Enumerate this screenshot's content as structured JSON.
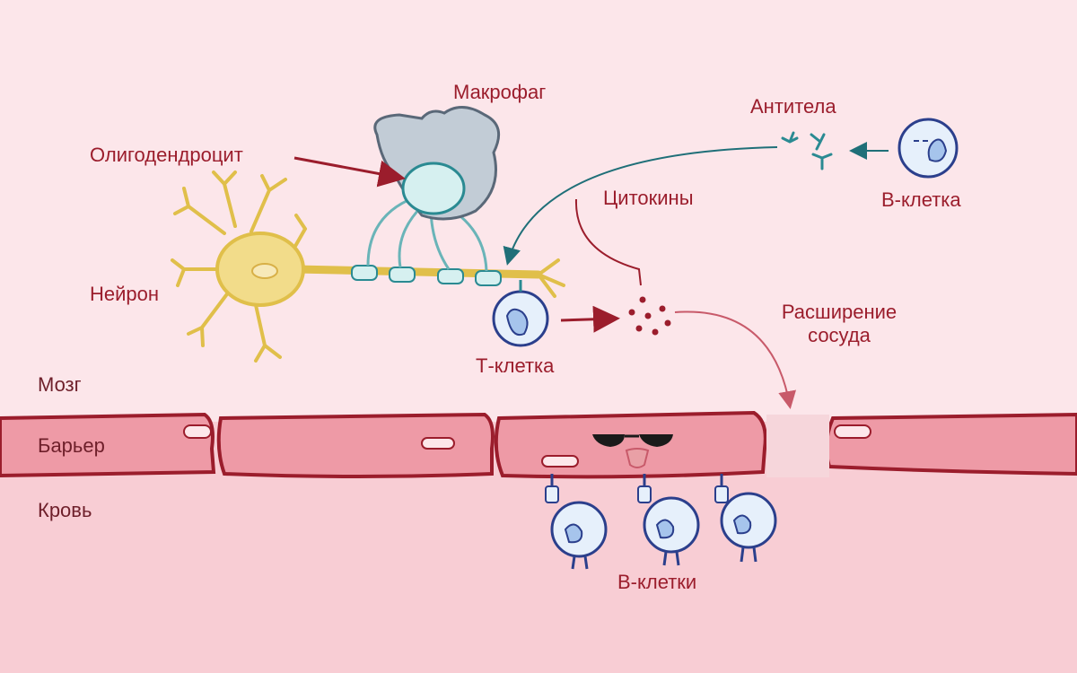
{
  "labels": {
    "macrophage": "Макрофаг",
    "oligodendrocyte": "Олигодендроцит",
    "neuron": "Нейрон",
    "t_cell": "Т-клетка",
    "cytokines": "Цитокины",
    "antibodies": "Антитела",
    "b_cell": "В-клетка",
    "vasodilation_line1": "Расширение",
    "vasodilation_line2": "сосуда",
    "b_cells": "В-клетки"
  },
  "zones": {
    "brain": "Мозг",
    "barrier": "Барьер",
    "blood": "Кровь"
  },
  "colors": {
    "brain_bg": "#fce6ea",
    "blood_bg": "#f8cdd4",
    "barrier_fill": "#ee9aa6",
    "barrier_stroke": "#9b1d2c",
    "label_text": "#9b1d2c",
    "neuron": "#f2dc8a",
    "macrophage": "#c2ccd6",
    "oligodendrocyte": "#d6f0f0",
    "antibody": "#2a8a92",
    "cell_body": "#e6f0fb",
    "cell_outline": "#2b3f8c",
    "cell_nucleus": "#a6c4ec",
    "cytokine": "#9b1d2c"
  }
}
